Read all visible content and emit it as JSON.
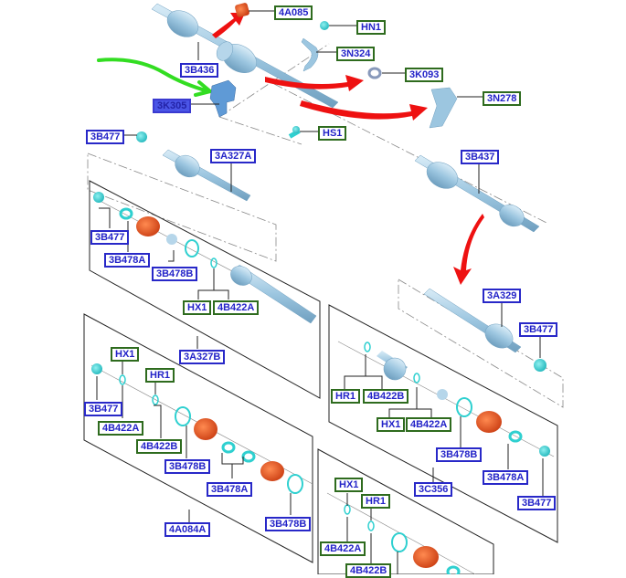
{
  "diagram": {
    "title": "Drive shaft exploded parts diagram",
    "colors": {
      "label_text": "#2323c8",
      "blue_border": "#2828c8",
      "green_border": "#2e6b1e",
      "highlight_fill": "#4a55e6",
      "part_blue": "#9cc6e0",
      "part_teal": "#2fd0d0",
      "boot_orange": "#e8501e",
      "arrow_red": "#ee1111",
      "arrow_green": "#33dd22"
    },
    "labels": {
      "l_4A085": "4A085",
      "l_HN1": "HN1",
      "l_3N324": "3N324",
      "l_3B436": "3B436",
      "l_3K093": "3K093",
      "l_3K305": "3K305",
      "l_3N278": "3N278",
      "l_HS1": "HS1",
      "l_3B477_a": "3B477",
      "l_3A327A": "3A327A",
      "l_3B437": "3B437",
      "l_3B477_b": "3B477",
      "l_3B478A_a": "3B478A",
      "l_3B478B_a": "3B478B",
      "l_HX1_a": "HX1",
      "l_4B422A_a": "4B422A",
      "l_3A329": "3A329",
      "l_3B477_c": "3B477",
      "l_3A327B": "3A327B",
      "l_HX1_b": "HX1",
      "l_HR1_a": "HR1",
      "l_3B477_d": "3B477",
      "l_4B422A_b": "4B422A",
      "l_4B422B_a": "4B422B",
      "l_3B478B_b": "3B478B",
      "l_3B478A_b": "3B478A",
      "l_4A084A": "4A084A",
      "l_3B478B_c": "3B478B",
      "l_HR1_b": "HR1",
      "l_4B422B_b": "4B422B",
      "l_HX1_c": "HX1",
      "l_4B422A_c": "4B422A",
      "l_3B478B_d": "3B478B",
      "l_3C356": "3C356",
      "l_3B478A_c": "3B478A",
      "l_3B477_e": "3B477",
      "l_HX1_d": "HX1",
      "l_HR1_c": "HR1",
      "l_4B422A_d": "4B422A",
      "l_4B422B_c": "4B422B"
    }
  }
}
